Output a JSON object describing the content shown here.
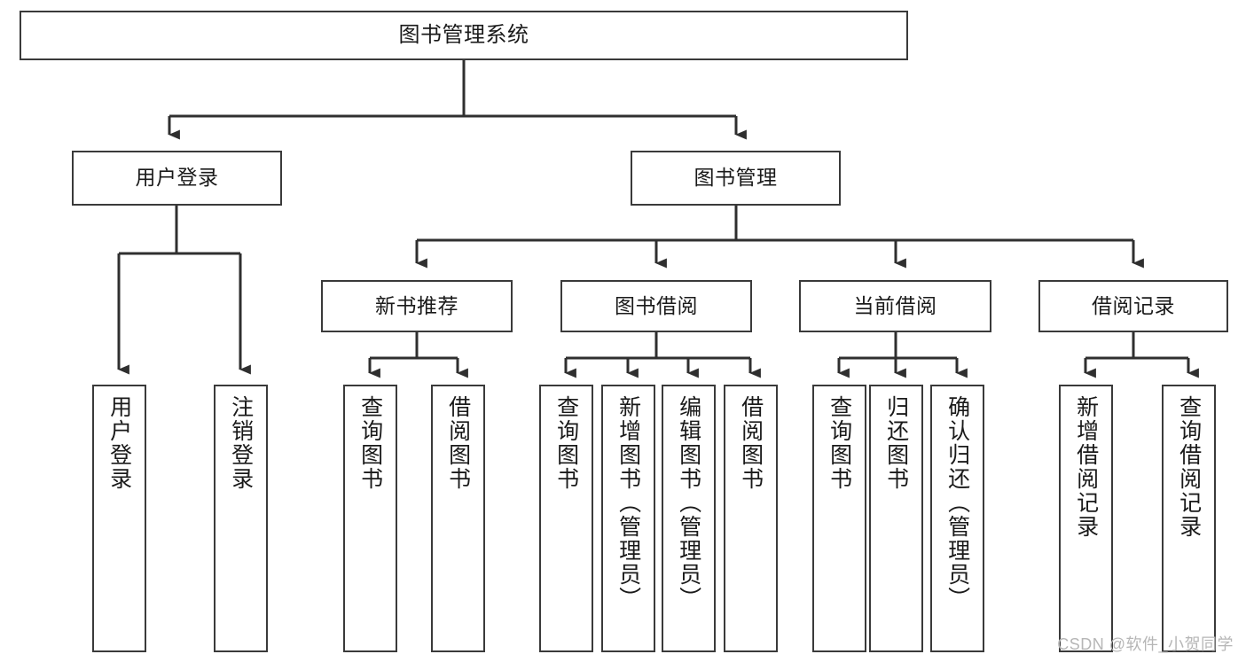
{
  "diagram": {
    "title": "图书管理系统",
    "type": "tree-hierarchy",
    "watermark": "CSDN @软件_小贺同学",
    "colors": {
      "box_border": "#3a3a3a",
      "box_fill": "#ffffff",
      "edge": "#2f2f2f",
      "text": "#1a1a1a",
      "watermark": "#b6b6b6"
    },
    "nodes": {
      "root": {
        "label": "图书管理系统"
      },
      "level2": [
        {
          "id": "user-login",
          "label": "用户登录"
        },
        {
          "id": "book-management",
          "label": "图书管理"
        }
      ],
      "level3": [
        {
          "id": "new-book-recommend",
          "label": "新书推荐"
        },
        {
          "id": "book-borrow",
          "label": "图书借阅"
        },
        {
          "id": "current-borrow",
          "label": "当前借阅"
        },
        {
          "id": "borrow-record",
          "label": "借阅记录"
        }
      ],
      "leaves": {
        "user_login": [
          {
            "id": "leaf-user-login",
            "label": "用户登录"
          },
          {
            "id": "leaf-logout",
            "label": "注销登录"
          }
        ],
        "new_book_recommend": [
          {
            "id": "leaf-query-book-1",
            "label": "查询图书"
          },
          {
            "id": "leaf-borrow-book-1",
            "label": "借阅图书"
          }
        ],
        "book_borrow": [
          {
            "id": "leaf-query-book-2",
            "label": "查询图书"
          },
          {
            "id": "leaf-add-book",
            "label": "新增图书（管理员）"
          },
          {
            "id": "leaf-edit-book",
            "label": "编辑图书（管理员）"
          },
          {
            "id": "leaf-borrow-book-2",
            "label": "借阅图书"
          }
        ],
        "current_borrow": [
          {
            "id": "leaf-query-book-3",
            "label": "查询图书"
          },
          {
            "id": "leaf-return-book",
            "label": "归还图书"
          },
          {
            "id": "leaf-confirm-return",
            "label": "确认归还（管理员）"
          }
        ],
        "borrow_record": [
          {
            "id": "leaf-add-record",
            "label": "新增借阅记录"
          },
          {
            "id": "leaf-query-record",
            "label": "查询借阅记录"
          }
        ]
      }
    }
  }
}
